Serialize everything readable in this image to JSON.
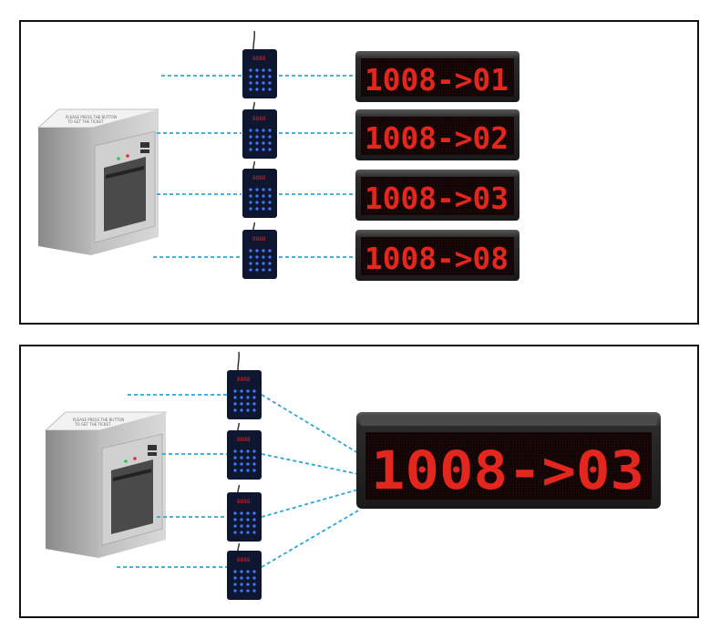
{
  "top_section": {
    "displays": [
      {
        "text": "1008->01"
      },
      {
        "text": "1008->02"
      },
      {
        "text": "1008->03"
      },
      {
        "text": "1008->08"
      }
    ],
    "keypads": [
      {
        "readout": "8888"
      },
      {
        "readout": "8888"
      },
      {
        "readout": "8888"
      },
      {
        "readout": "8888"
      }
    ],
    "printer": {
      "label_line1": "PLEASE PRESS THE BUTTON",
      "label_line2": "TO GET THE TICKET"
    }
  },
  "bottom_section": {
    "display": {
      "text": "1008->03"
    },
    "keypads": [
      {
        "readout": "8888"
      },
      {
        "readout": "8888"
      },
      {
        "readout": "8888"
      },
      {
        "readout": "8888"
      }
    ],
    "printer": {
      "label_line1": "PLEASE PRESS THE BUTTON",
      "label_line2": "TO GET THE TICKET"
    }
  },
  "colors": {
    "connector_line": "#2aa7d6",
    "led_red": "#e3271f",
    "keypad_body": "#0f1630",
    "keypad_key": "#3f7bff",
    "display_frame": "#2a2a2a",
    "printer_body": "#a8a8a8"
  }
}
